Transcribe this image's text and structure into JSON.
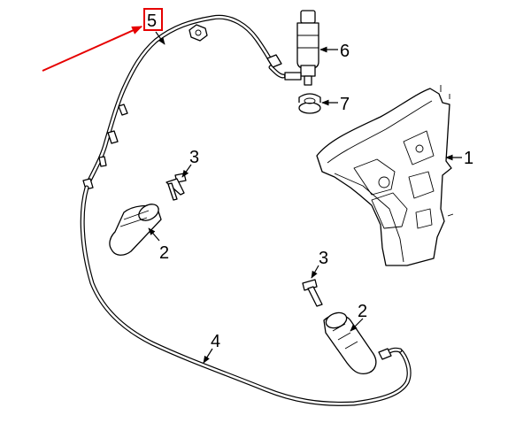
{
  "callouts": {
    "tank": "1",
    "jet_left": "2",
    "jet_right": "2",
    "bolt_left": "3",
    "bolt_right": "3",
    "hose_lower": "4",
    "hose_upper": "5",
    "pump": "6",
    "grommet": "7"
  },
  "colors": {
    "highlight": "#e60000",
    "ink": "#000000"
  }
}
